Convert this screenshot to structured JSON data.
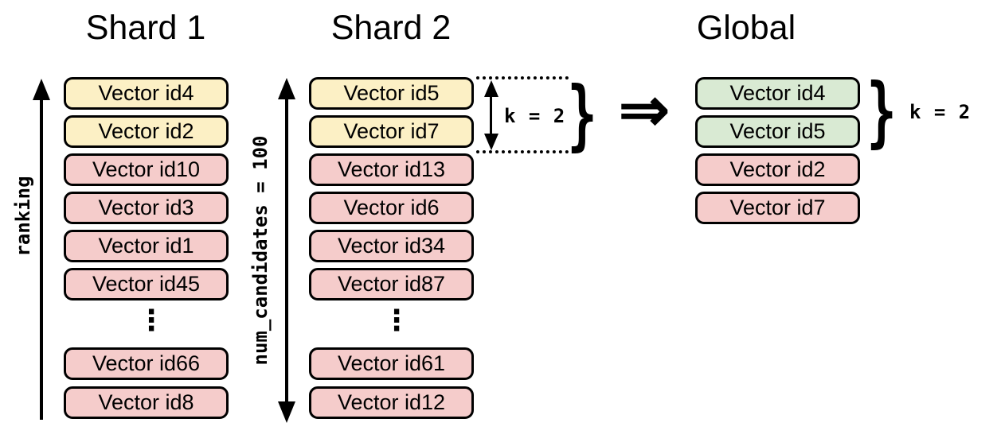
{
  "columns": {
    "shard1": {
      "title": "Shard 1",
      "rows": [
        {
          "label": "Vector id4",
          "tier": "top"
        },
        {
          "label": "Vector id2",
          "tier": "top"
        },
        {
          "label": "Vector id10",
          "tier": "candidate"
        },
        {
          "label": "Vector id3",
          "tier": "candidate"
        },
        {
          "label": "Vector id1",
          "tier": "candidate"
        },
        {
          "label": "Vector id45",
          "tier": "candidate"
        },
        {
          "label": "Vector id66",
          "tier": "candidate"
        },
        {
          "label": "Vector id8",
          "tier": "candidate"
        }
      ]
    },
    "shard2": {
      "title": "Shard 2",
      "rows": [
        {
          "label": "Vector id5",
          "tier": "top"
        },
        {
          "label": "Vector id7",
          "tier": "top"
        },
        {
          "label": "Vector id13",
          "tier": "candidate"
        },
        {
          "label": "Vector id6",
          "tier": "candidate"
        },
        {
          "label": "Vector id34",
          "tier": "candidate"
        },
        {
          "label": "Vector id87",
          "tier": "candidate"
        },
        {
          "label": "Vector id61",
          "tier": "candidate"
        },
        {
          "label": "Vector id12",
          "tier": "candidate"
        }
      ]
    },
    "global": {
      "title": "Global",
      "rows": [
        {
          "label": "Vector id4",
          "tier": "selected"
        },
        {
          "label": "Vector id5",
          "tier": "selected"
        },
        {
          "label": "Vector id2",
          "tier": "candidate"
        },
        {
          "label": "Vector id7",
          "tier": "candidate"
        }
      ]
    }
  },
  "labels": {
    "ranking_axis": "ranking",
    "num_candidates_axis": "num_candidates = 100",
    "k_shard2": "k = 2",
    "k_global": "k = 2",
    "implies_arrow": "⇒",
    "ellipsis": "⋮",
    "brace": "}"
  },
  "colors": {
    "top-hit-yellow": "#fcf0c5",
    "candidate-pink": "#f5cccb",
    "global-top-green": "#d9ead3",
    "ink": "#000000"
  }
}
